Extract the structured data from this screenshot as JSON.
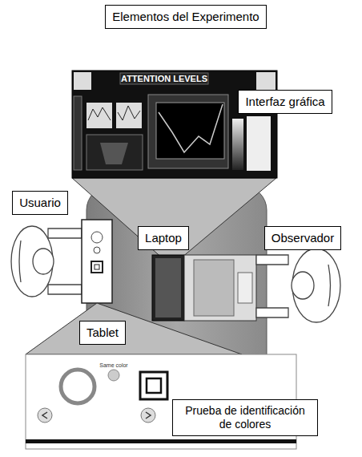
{
  "diagram": {
    "nodes": [
      {
        "text": [
          "Elementos del Experimento"
        ]
      },
      {
        "text": [
          "Interfaz gráfica"
        ]
      },
      {
        "text": [
          "Usuario"
        ]
      },
      {
        "text": [
          "Laptop"
        ]
      },
      {
        "text": [
          "Observador"
        ]
      },
      {
        "text": [
          "Tablet"
        ]
      },
      {
        "text": [
          "Prueba de identificación de colores"
        ]
      }
    ],
    "labels": [
      "ATTENTION LEVELS",
      "Same color"
    ]
  }
}
